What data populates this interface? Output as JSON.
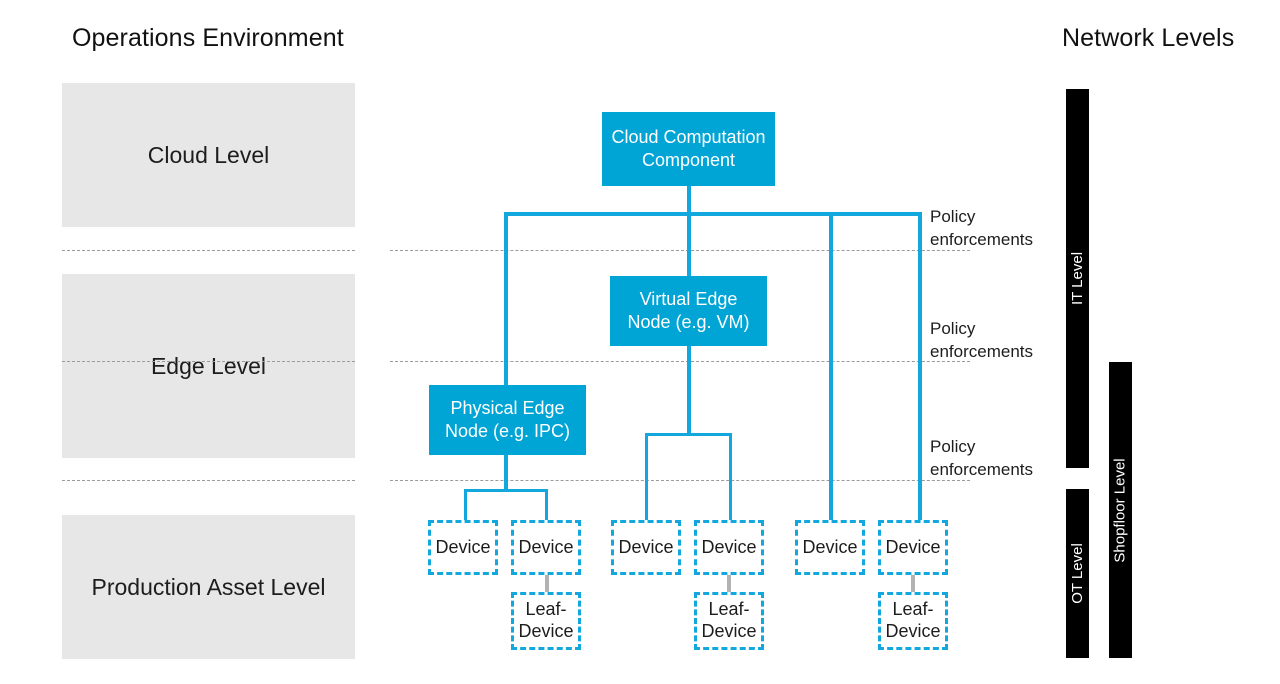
{
  "headers": {
    "operations": "Operations Environment",
    "network": "Network Levels"
  },
  "operations_levels": [
    {
      "label": "Cloud Level"
    },
    {
      "label": "Edge Level"
    },
    {
      "label": "Production Asset Level"
    }
  ],
  "nodes": {
    "cloud": "Cloud Computation\nComponent",
    "cloud_line1": "Cloud Computation",
    "cloud_line2": "Component",
    "virtual_edge_line1": "Virtual Edge",
    "virtual_edge_line2": "Node (e.g.  VM)",
    "physical_edge_line1": "Physical Edge",
    "physical_edge_line2": "Node (e.g.  IPC)"
  },
  "devices": [
    {
      "label": "Device"
    },
    {
      "label": "Device"
    },
    {
      "label": "Device"
    },
    {
      "label": "Device"
    },
    {
      "label": "Device"
    },
    {
      "label": "Device"
    }
  ],
  "leaf_devices": [
    {
      "line1": "Leaf-",
      "line2": "Device"
    },
    {
      "line1": "Leaf-",
      "line2": "Device"
    },
    {
      "line1": "Leaf-",
      "line2": "Device"
    }
  ],
  "policy_labels": [
    {
      "line1": "Policy",
      "line2": "enforcements"
    },
    {
      "line1": "Policy",
      "line2": "enforcements"
    },
    {
      "line1": "Policy",
      "line2": "enforcements"
    }
  ],
  "network_levels": [
    {
      "label": "IT Level"
    },
    {
      "label": "OT Level"
    },
    {
      "label": "Shopfloor Level"
    }
  ],
  "colors": {
    "accent_blue": "#00a5d6",
    "wire_blue": "#13a8dd",
    "level_grey": "#e7e7e7",
    "bar_black": "#000000",
    "leaf_link_grey": "#b2b2b2",
    "separator_grey": "#9b9b9b"
  }
}
